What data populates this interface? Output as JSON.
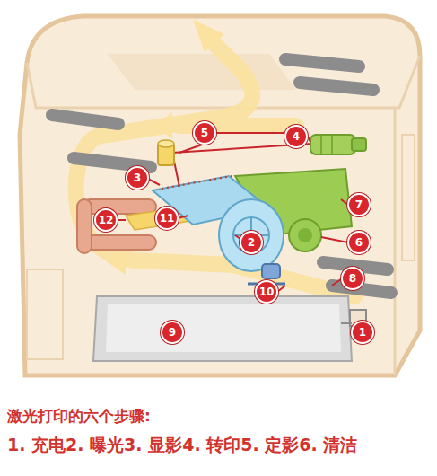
{
  "diagram": {
    "title": "激光打印的六个步骤:",
    "caption": "1. 充电2. 曝光3. 显影4. 转印5. 定影6. 清洁",
    "labels": [
      "5",
      "4",
      "3",
      "7",
      "12",
      "11",
      "2",
      "6",
      "8",
      "10",
      "9",
      "1"
    ]
  }
}
